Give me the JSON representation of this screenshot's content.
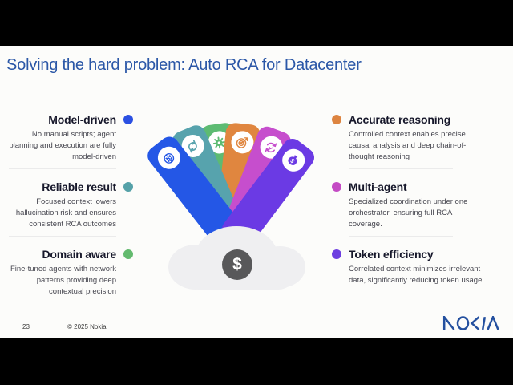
{
  "title": "Solving the hard problem: Auto RCA for Datacenter",
  "title_color": "#2b57a7",
  "footer": {
    "page_number": "23",
    "copyright": "© 2025 Nokia"
  },
  "brand": {
    "name": "NOKIA",
    "color": "#24509f"
  },
  "center": {
    "dollar_symbol": "$",
    "dollar_bg": "#58585a",
    "cloud_color": "#efeff1"
  },
  "left_items": [
    {
      "heading": "Model-driven",
      "description": "No manual scripts; agent planning and execution are fully model-driven",
      "dot_color": "#2b50e2"
    },
    {
      "heading": "Reliable result",
      "description": "Focused context lowers hallucination risk and ensures consistent RCA outcomes",
      "dot_color": "#55a1a8"
    },
    {
      "heading": "Domain aware",
      "description": "Fine-tuned agents with network patterns providing deep contextual precision",
      "dot_color": "#63ba6e"
    }
  ],
  "right_items": [
    {
      "heading": "Accurate reasoning",
      "description": "Controlled context enables precise causal analysis and deep chain-of-thought reasoning",
      "dot_color": "#dd8440"
    },
    {
      "heading": "Multi-agent",
      "description": "Specialized coordination under one orchestrator, ensuring full RCA coverage.",
      "dot_color": "#c44bc4"
    },
    {
      "heading": "Token efficiency",
      "description": "Correlated context minimizes irrelevant data, significantly reducing token usage.",
      "dot_color": "#6d3fe0"
    }
  ],
  "fan_cards": [
    {
      "icon": "brain-icon",
      "color": "#2457e6",
      "rotation": -38
    },
    {
      "icon": "sync-icon",
      "color": "#57a3ad",
      "rotation": -23
    },
    {
      "icon": "gear-icon",
      "color": "#5dbb72",
      "rotation": -8
    },
    {
      "icon": "target-icon",
      "color": "#e0863f",
      "rotation": 6
    },
    {
      "icon": "collaboration-icon",
      "color": "#c64ecd",
      "rotation": 21
    },
    {
      "icon": "money-bag-icon",
      "color": "#6b3ae4",
      "rotation": 37
    }
  ]
}
